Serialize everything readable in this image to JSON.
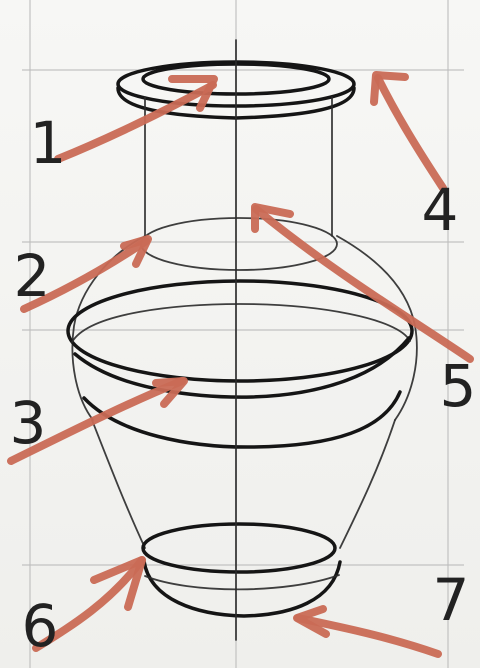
{
  "labels": [
    "1",
    "2",
    "3",
    "4",
    "5",
    "6",
    "7"
  ],
  "colors": {
    "arrow": "#c96a55",
    "pencil": "#151515",
    "paper": "#f3f3f1",
    "grid": "#bdbdbd"
  }
}
